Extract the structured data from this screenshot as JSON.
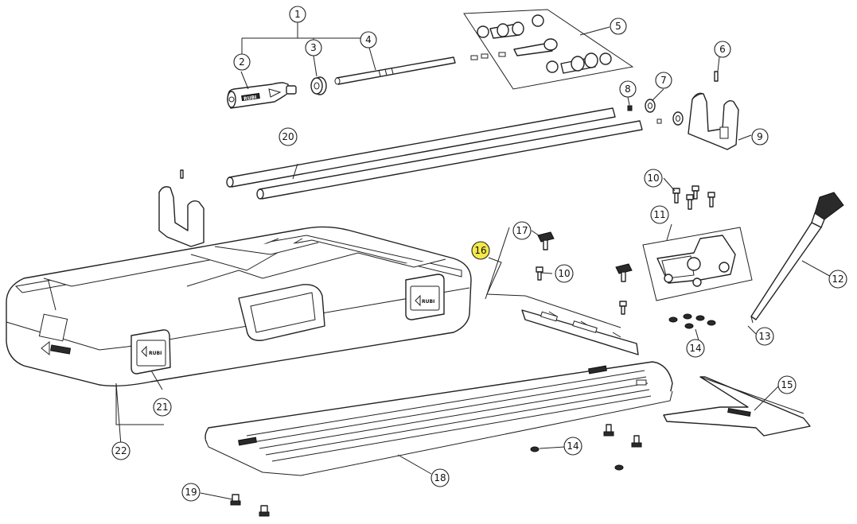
{
  "callouts": {
    "c1": "1",
    "c2": "2",
    "c3": "3",
    "c4": "4",
    "c5": "5",
    "c6": "6",
    "c7": "7",
    "c8": "8",
    "c9": "9",
    "c10a": "10",
    "c10b": "10",
    "c11": "11",
    "c12": "12",
    "c13": "13",
    "c14a": "14",
    "c14b": "14",
    "c15": "15",
    "c16": "16",
    "c17": "17",
    "c18": "18",
    "c19": "19",
    "c20": "20",
    "c21": "21",
    "c22": "22"
  },
  "highlight": "16",
  "colors": {
    "highlight": "#f4e84a",
    "line": "#222222"
  },
  "brand_marks": {
    "handle": "RUBI",
    "latch_front": "RUBI",
    "latch_side": "RUBI"
  }
}
